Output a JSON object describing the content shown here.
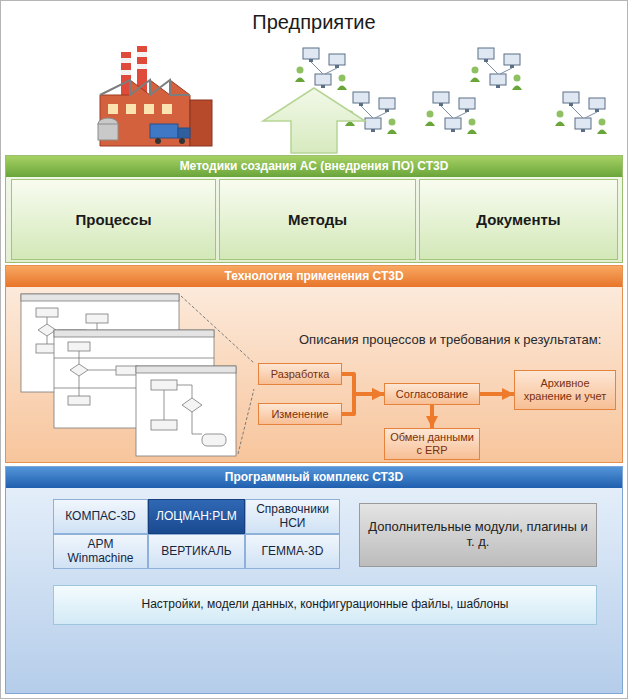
{
  "diagram": {
    "title": "Предприятие",
    "nodes": [
      {
        "text": [
          "Методики создания АС (внедрения ПО) СТ3D"
        ]
      },
      {
        "text": [
          "Процессы"
        ],
        "in": 0
      },
      {
        "text": [
          "Методы"
        ],
        "in": 0
      },
      {
        "text": [
          "Документы"
        ],
        "in": 0
      },
      {
        "text": [
          "Технология применения СТ3D",
          "Описания процессов и требования к результатам:"
        ]
      },
      {
        "text": [
          "Разработка"
        ],
        "in": 4
      },
      {
        "text": [
          "Изменение"
        ],
        "in": 4
      },
      {
        "text": [
          "Согласование"
        ],
        "in": 4
      },
      {
        "text": [
          "Архивное хранение и учет"
        ],
        "in": 4
      },
      {
        "text": [
          "Обмен данными с ERP"
        ],
        "in": 4
      },
      {
        "text": [
          "Программный комплекс СТ3D"
        ]
      },
      {
        "text": [
          "КОМПАС-3D"
        ],
        "in": 10
      },
      {
        "text": [
          "ЛОЦМАН:PLM"
        ],
        "in": 10
      },
      {
        "text": [
          "Справочники НСИ"
        ],
        "in": 10
      },
      {
        "text": [
          "АРМ Winmachine"
        ],
        "in": 10
      },
      {
        "text": [
          "ВЕРТИКАЛЬ"
        ],
        "in": 10
      },
      {
        "text": [
          "ГЕММА-3D"
        ],
        "in": 10
      },
      {
        "text": [
          "Дополнительные модули, плагины и т. д."
        ],
        "in": 10
      },
      {
        "text": [
          "Настройки, модели данных, конфигурационные файлы, шаблоны"
        ],
        "in": 10
      }
    ],
    "edges": [
      {
        "from": 5,
        "to": 7,
        "arrow": "to"
      },
      {
        "from": 6,
        "to": 7,
        "arrow": "to"
      },
      {
        "from": 7,
        "to": 8,
        "arrow": "to"
      },
      {
        "from": 7,
        "to": 9,
        "arrow": "to"
      }
    ]
  }
}
